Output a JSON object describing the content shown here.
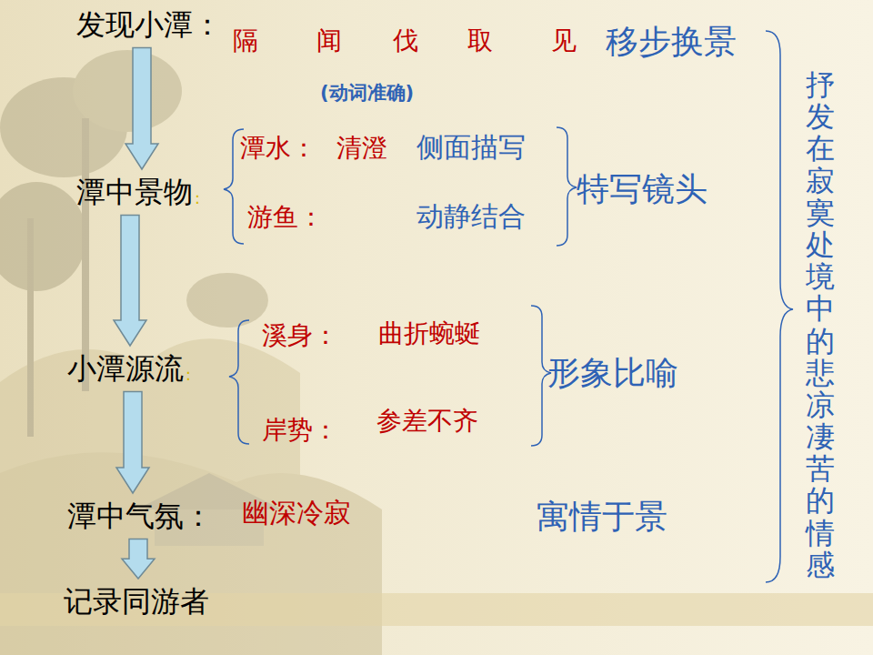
{
  "diagram": {
    "nodes": [
      {
        "text": [
          "发现小潭："
        ]
      },
      {
        "text": [
          "潭中景物"
        ]
      },
      {
        "text": [
          "小潭源流"
        ]
      },
      {
        "text": [
          "潭中气氛："
        ]
      },
      {
        "text": [
          "记录同游者"
        ]
      }
    ],
    "edges": [
      {
        "from": 0,
        "to": 1,
        "arrow": "to"
      },
      {
        "from": 1,
        "to": 2,
        "arrow": "to"
      },
      {
        "from": 2,
        "to": 3,
        "arrow": "to"
      },
      {
        "from": 3,
        "to": 4,
        "arrow": "to"
      }
    ],
    "labels": [
      "隔",
      "闻",
      "伐",
      "取",
      "见",
      "移步换景",
      "(动词准确)",
      "潭水：",
      "清澄",
      "侧面描写",
      "游鱼：",
      "动静结合",
      "特写镜头",
      "溪身：",
      "曲折蜿蜒",
      "岸势：",
      "参差不齐",
      "形象比喻",
      "幽深冷寂",
      "寓情于景",
      "抒发在寂寞处境中的悲凉凄苦的情感",
      ":",
      ":"
    ]
  }
}
